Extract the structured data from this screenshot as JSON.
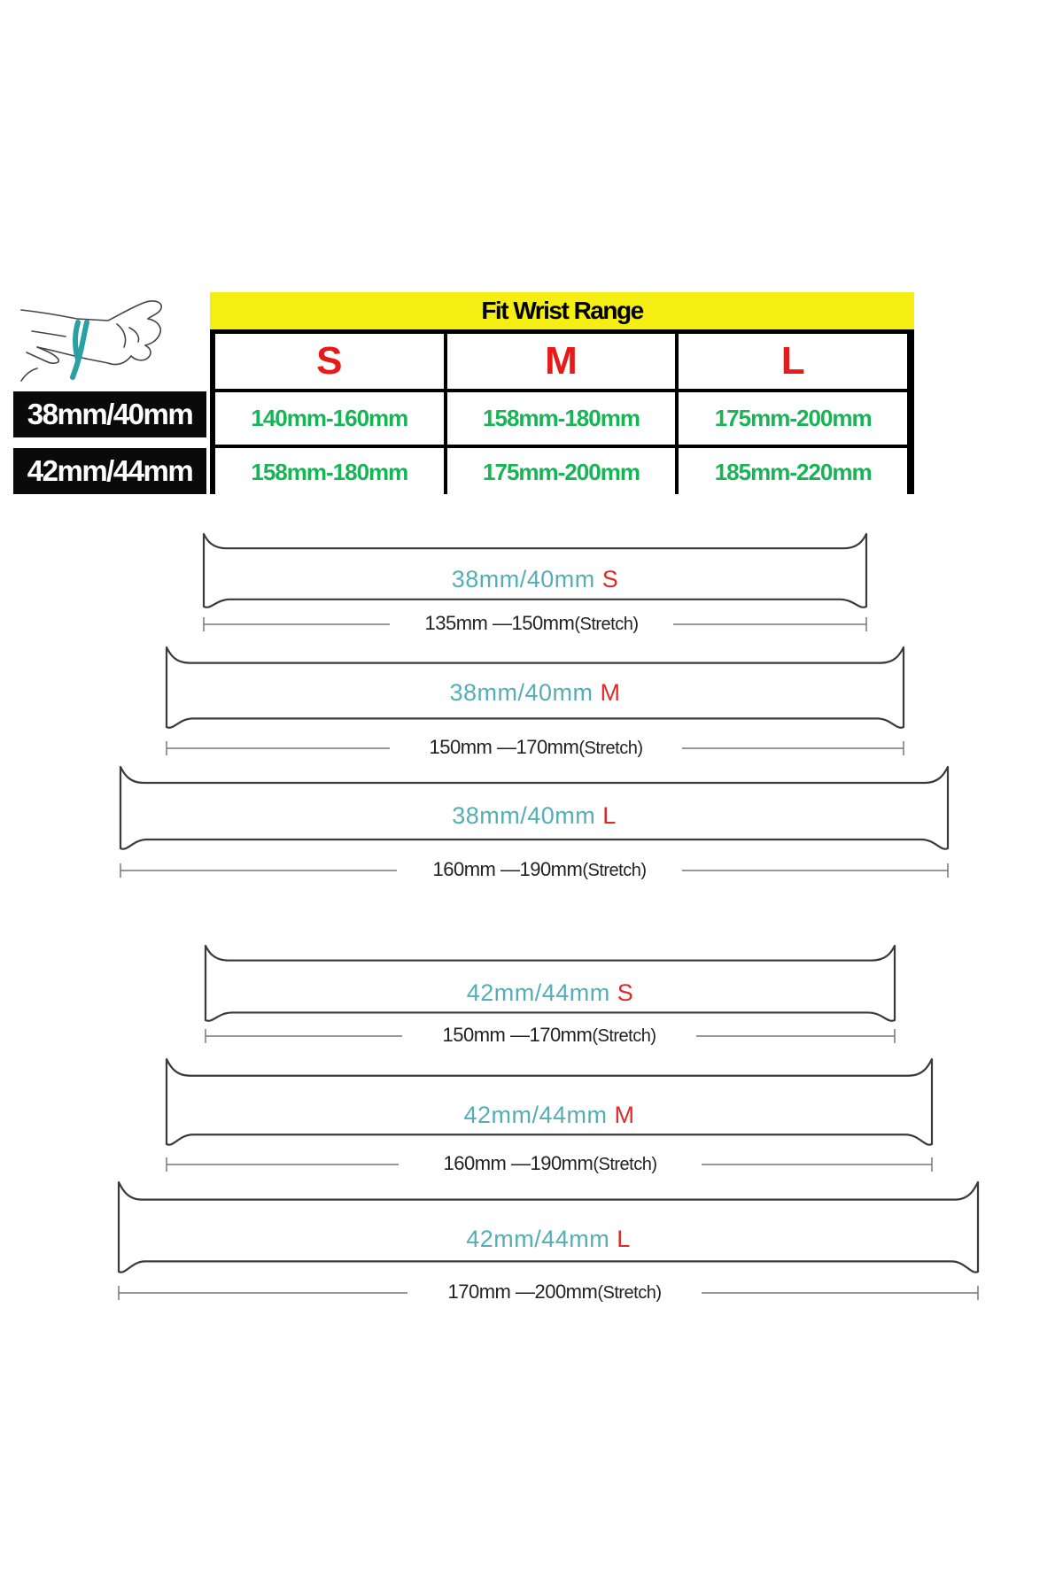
{
  "table": {
    "title": "Fit Wrist Range",
    "sizes": [
      "S",
      "M",
      "L"
    ],
    "rows": [
      {
        "label": "38mm/40mm",
        "ranges": [
          "140mm-160mm",
          "158mm-180mm",
          "175mm-200mm"
        ]
      },
      {
        "label": "42mm/44mm",
        "ranges": [
          "158mm-180mm",
          "175mm-200mm",
          "185mm-220mm"
        ]
      }
    ]
  },
  "bands": [
    {
      "model": "38mm/40mm",
      "size": "S",
      "length": "135mm",
      "dash": "—",
      "stretch": "150mm",
      "stretch_note": "(Stretch)"
    },
    {
      "model": "38mm/40mm",
      "size": "M",
      "length": "150mm",
      "dash": "—",
      "stretch": "170mm",
      "stretch_note": "(Stretch)"
    },
    {
      "model": "38mm/40mm",
      "size": "L",
      "length": "160mm",
      "dash": "—",
      "stretch": "190mm",
      "stretch_note": "(Stretch)"
    },
    {
      "model": "42mm/44mm",
      "size": "S",
      "length": "150mm",
      "dash": "—",
      "stretch": "170mm",
      "stretch_note": "(Stretch)"
    },
    {
      "model": "42mm/44mm",
      "size": "M",
      "length": "160mm",
      "dash": "—",
      "stretch": "190mm",
      "stretch_note": "(Stretch)"
    },
    {
      "model": "42mm/44mm",
      "size": "L",
      "length": "170mm",
      "dash": "—",
      "stretch": "200mm",
      "stretch_note": "(Stretch)"
    }
  ],
  "colors": {
    "title_bg": "#f5ee12",
    "size_letter": "#e81919",
    "range_text": "#19b456",
    "model_text": "#55aeb6",
    "band_size_text": "#e02a2a"
  }
}
